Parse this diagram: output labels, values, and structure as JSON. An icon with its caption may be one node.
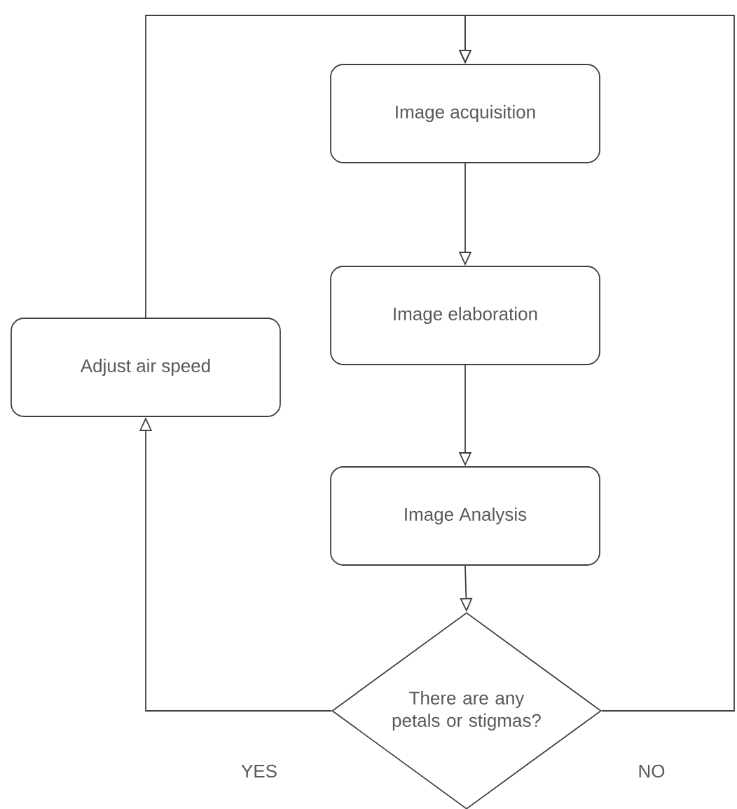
{
  "diagram": {
    "nodes": [
      {
        "text": [
          "Image acquisition"
        ]
      },
      {
        "text": [
          "Image elaboration"
        ]
      },
      {
        "text": [
          "Image Analysis"
        ]
      },
      {
        "text": [
          "There are any petals or stigmas?"
        ]
      },
      {
        "text": [
          "Adjust air speed"
        ]
      }
    ],
    "edges": [
      {
        "from": 0,
        "to": 1,
        "arrow": "to"
      },
      {
        "from": 1,
        "to": 2,
        "arrow": "to"
      },
      {
        "from": 2,
        "to": 3,
        "arrow": "to"
      },
      {
        "from": 3,
        "to": 4,
        "arrow": "to",
        "label": "YES"
      },
      {
        "from": 4,
        "to": 0,
        "arrow": "to"
      },
      {
        "from": 3,
        "to": 0,
        "arrow": "to",
        "label": "NO"
      }
    ]
  }
}
